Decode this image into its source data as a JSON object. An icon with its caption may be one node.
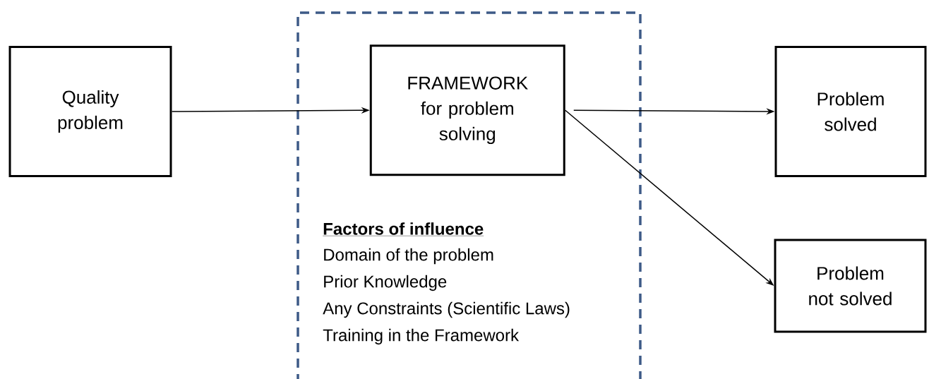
{
  "diagram": {
    "nodes": [
      {
        "text": [
          "Quality problem"
        ]
      },
      {
        "text": [
          "Factors of influence",
          "Domain of the problem",
          "Prior Knowledge",
          "Any Constraints (Scientific Laws)",
          "Training in the Framework"
        ]
      },
      {
        "text": [
          "FRAMEWORK for problem solving"
        ],
        "in": 1
      },
      {
        "text": [
          "Problem solved"
        ]
      },
      {
        "text": [
          "Problem not solved"
        ]
      }
    ],
    "edges": [
      {
        "from": 0,
        "to": 2,
        "arrow": "to"
      },
      {
        "from": 2,
        "to": 3,
        "arrow": "to"
      },
      {
        "from": 2,
        "to": 4,
        "arrow": "to"
      }
    ]
  }
}
